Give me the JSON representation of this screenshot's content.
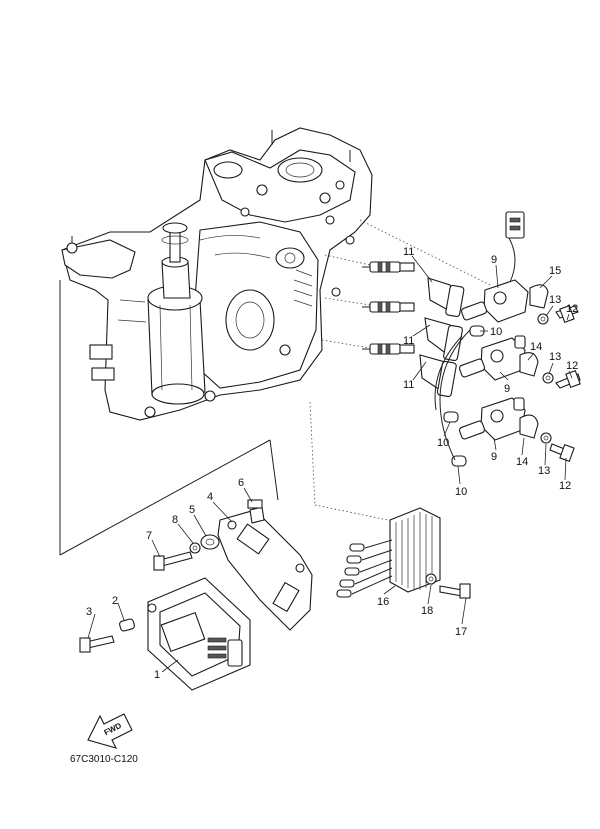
{
  "diagram_code": "67C3010-C120",
  "fwd_label": "FWD",
  "callouts": [
    {
      "id": "c9a",
      "label": "9"
    },
    {
      "id": "c15",
      "label": "15"
    },
    {
      "id": "c11a",
      "label": "11"
    },
    {
      "id": "c13a",
      "label": "13"
    },
    {
      "id": "c12a",
      "label": "12"
    },
    {
      "id": "c10a",
      "label": "10"
    },
    {
      "id": "c11b",
      "label": "11"
    },
    {
      "id": "c14a",
      "label": "14"
    },
    {
      "id": "c13b",
      "label": "13"
    },
    {
      "id": "c11c",
      "label": "11"
    },
    {
      "id": "c9b",
      "label": "9"
    },
    {
      "id": "c12b",
      "label": "12"
    },
    {
      "id": "c10b",
      "label": "10"
    },
    {
      "id": "c9c",
      "label": "9"
    },
    {
      "id": "c14b",
      "label": "14"
    },
    {
      "id": "c13c",
      "label": "13"
    },
    {
      "id": "c12c",
      "label": "12"
    },
    {
      "id": "c10c",
      "label": "10"
    },
    {
      "id": "c6",
      "label": "6"
    },
    {
      "id": "c4",
      "label": "4"
    },
    {
      "id": "c8",
      "label": "8"
    },
    {
      "id": "c5",
      "label": "5"
    },
    {
      "id": "c7",
      "label": "7"
    },
    {
      "id": "c16",
      "label": "16"
    },
    {
      "id": "c18",
      "label": "18"
    },
    {
      "id": "c17",
      "label": "17"
    },
    {
      "id": "c3",
      "label": "3"
    },
    {
      "id": "c2",
      "label": "2"
    },
    {
      "id": "c1",
      "label": "1"
    }
  ]
}
